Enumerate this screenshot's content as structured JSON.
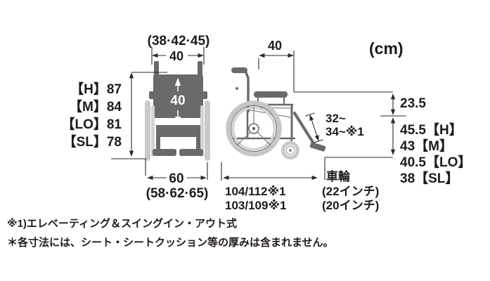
{
  "title_unit": "(cm)",
  "front_view": {
    "handle_width_options": "(38·42·45)",
    "handle_width": "40",
    "seat_width": "40",
    "overall_heights": [
      "【H】87",
      "【M】84",
      "【LO】81",
      "【SL】78"
    ],
    "overall_width": "60",
    "overall_width_options": "(58·62·65)"
  },
  "side_view": {
    "seat_depth": "40",
    "footrest_length_line1": "32~",
    "footrest_length_line2": "34~※1",
    "armrest_to_seat_height": "23.5",
    "seat_heights": [
      "45.5【H】",
      "43【M】",
      "40.5【LO】",
      "38【SL】"
    ],
    "overall_length_line1": "104/112※1",
    "overall_length_line2": "103/109※1",
    "wheel": {
      "label": "車輪",
      "size_large": "(22インチ)",
      "size_small": "(20インチ)"
    }
  },
  "notes": {
    "note1": "※1)エレベーティング＆スイングイン・アウト式",
    "note2": "＊各寸法には、シート・シートクッション等の厚みは含まれません。"
  },
  "colors": {
    "frame_dark": "#6a6a68",
    "wheel_light": "#c9cac9",
    "dimension_line": "#2b2b2b",
    "text": "#1f1a17"
  }
}
